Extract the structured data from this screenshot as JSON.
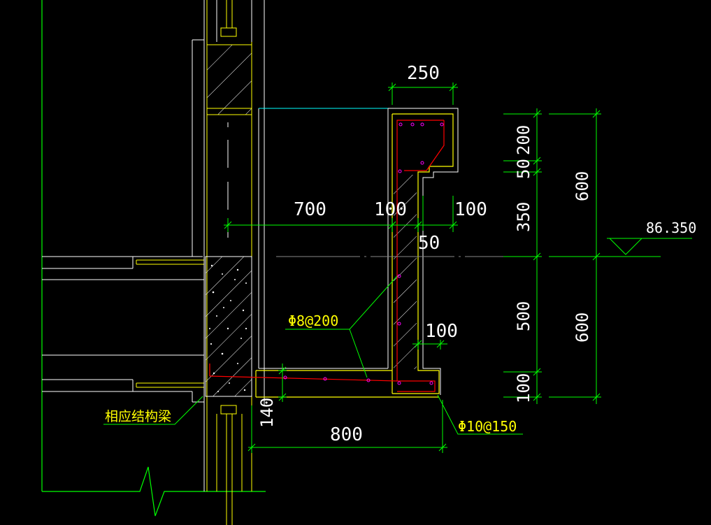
{
  "dims": {
    "top_width": "250",
    "span_700": "700",
    "gap_100_left": "100",
    "gap_100_right": "100",
    "gap_50": "50",
    "gap_100_lower": "100",
    "slab_140": "140",
    "bottom_800": "800",
    "v_200": "200",
    "v_50": "50",
    "v_350": "350",
    "v_500": "500",
    "v_100": "100",
    "v_600_top": "600",
    "v_600_bottom": "600"
  },
  "elevation": "86.350",
  "rebar": {
    "wall": "Φ8@200",
    "slab": "Φ10@150"
  },
  "note_beam": "相应结构梁",
  "colors": {
    "background": "#000000",
    "wall_lines": "#ffffff",
    "concrete": "#ffff00",
    "dimension": "#00ff00",
    "rebar": "#ff0000",
    "glass": "#00ffff"
  }
}
